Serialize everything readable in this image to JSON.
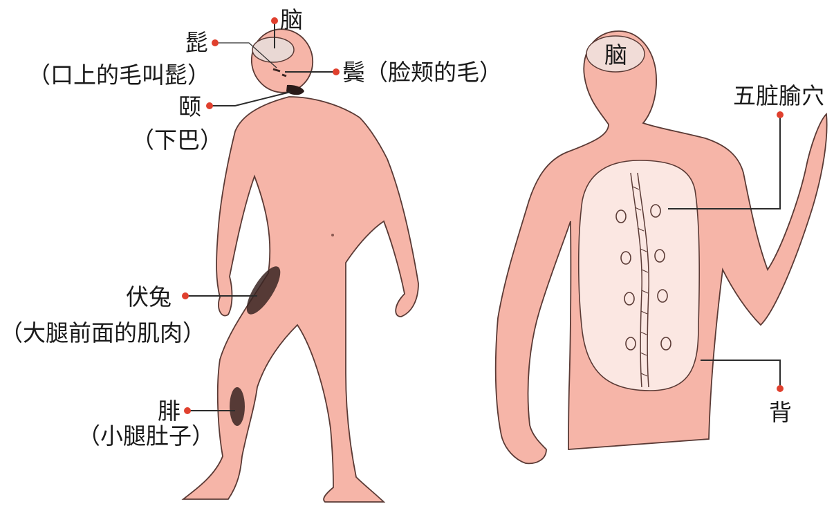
{
  "colors": {
    "skin": "#f6b5a8",
    "skin_light": "#fde9e4",
    "outline": "#5a3a35",
    "leader_dot": "#e0402e",
    "leader_line": "#2b2b2b",
    "muscle_shade": "#3a2522",
    "text": "#1a1a1a"
  },
  "front_figure": {
    "labels": {
      "brain": "脑",
      "mustache": "髭",
      "mustache_note": "（口上的毛叫髭）",
      "sideburn": "鬓（脸颊的毛）",
      "chin": "颐",
      "chin_note": "（下巴）",
      "thigh_muscle": "伏兔",
      "thigh_muscle_note": "（大腿前面的肌肉）",
      "calf": "腓",
      "calf_note": "（小腿肚子）"
    }
  },
  "back_figure": {
    "labels": {
      "brain": "脑",
      "acupoints": "五脏腧穴",
      "back": "背"
    }
  }
}
